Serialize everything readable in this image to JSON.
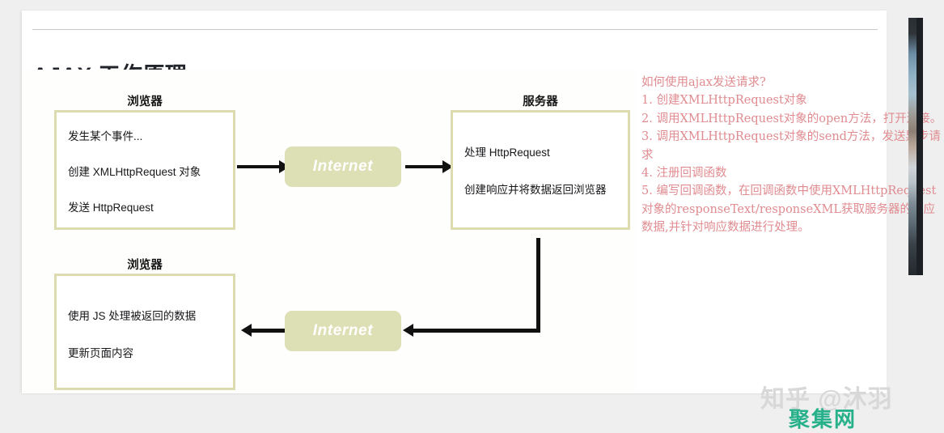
{
  "page": {
    "title": "AJAX 工作原理",
    "background_color": "#efefef",
    "card_color": "#ffffff"
  },
  "diagram": {
    "accent_border_color": "#dcdcb0",
    "pill_color": "#dddfb4",
    "connector_color": "#111111",
    "nodes": [
      {
        "id": "browser-top",
        "label": "浏览器",
        "lines": [
          "发生某个事件...",
          "创建 XMLHttpRequest 对象",
          "发送 HttpRequest"
        ]
      },
      {
        "id": "server",
        "label": "服务器",
        "lines": [
          "处理 HttpRequest",
          "创建响应并将数据返回浏览器"
        ]
      },
      {
        "id": "browser-bottom",
        "label": "浏览器",
        "lines": [
          "使用 JS 处理被返回的数据",
          "更新页面内容"
        ]
      }
    ],
    "pills": [
      {
        "id": "internet-top",
        "label": "Internet"
      },
      {
        "id": "internet-bottom",
        "label": "Internet"
      }
    ]
  },
  "notes": {
    "heading": "如何使用ajax发送请求?",
    "steps": [
      "1. 创建XMLHttpRequest对象",
      "2. 调用XMLHttpRequest对象的open方法，打开连接。",
      "3. 调用XMLHttpRequest对象的send方法，发送异步请求",
      "4. 注册回调函数",
      "5. 编写回调函数，在回调函数中使用XMLHttpRequest对象的responseText/responseXML获取服务器的响应数据,并针对响应数据进行处理。"
    ],
    "full_text": "如何使用ajax发送请求?\n1. 创建XMLHttpRequest对象\n2. 调用XMLHttpRequest对象的open方法，打开连接。\n3. 调用XMLHttpRequest对象的send方法，发送异步请求\n4. 注册回调函数\n5. 编写回调函数，在回调函数中使用XMLHttpRequest对象的responseText/responseXML获取服务器的响应数据,并针对响应数据进行处理。",
    "text_color": "#e08b90"
  },
  "watermarks": {
    "zhihu": "知乎 @沐羽",
    "site": "聚集网",
    "zhihu_color": "#d8d8d8",
    "site_color": "#27b18a"
  }
}
